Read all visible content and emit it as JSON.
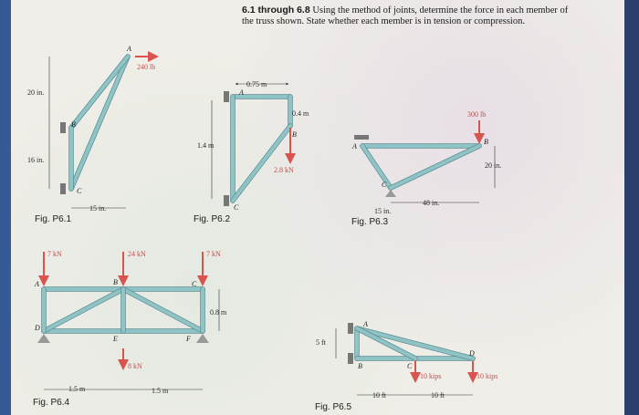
{
  "problem": {
    "number": "6.1 through 6.8",
    "text": "Using the method of joints, determine the force in each member of the truss shown. State whether each member is in tension or compression."
  },
  "colors": {
    "member": "#8fc3c6",
    "force": "#d9534f",
    "page": "#f0eee8"
  },
  "fig61": {
    "caption": "Fig. P6.1",
    "force": "240 lb",
    "dim_top": "20 in.",
    "dim_mid": "16 in.",
    "dim_bottom": "15 in.",
    "joint_a": "A",
    "joint_b": "B",
    "joint_c": "C"
  },
  "fig62": {
    "caption": "Fig. P6.2",
    "dim_top": "0.75 m",
    "dim_right": "0.4 m",
    "dim_left": "1.4 m",
    "force": "2.8 kN",
    "joint_a": "A",
    "joint_b": "B",
    "joint_c": "C"
  },
  "fig63": {
    "caption": "Fig. P6.3",
    "force": "300 lb",
    "dim_right": "20 in.",
    "dim_bottom_left": "15 in.",
    "dim_bottom_right": "48 in.",
    "joint_a": "A",
    "joint_b": "B",
    "joint_c": "C"
  },
  "fig64": {
    "caption": "Fig. P6.4",
    "force_a": "7 kN",
    "force_b": "24 kN",
    "force_c": "7 kN",
    "force_e": "8 kN",
    "dim_height": "0.8 m",
    "dim_left": "1.5 m",
    "dim_right": "1.5 m",
    "joint_a": "A",
    "joint_b": "B",
    "joint_c": "C",
    "joint_d": "D",
    "joint_e": "E",
    "joint_f": "F"
  },
  "fig65": {
    "caption": "Fig. P6.5",
    "dim_height": "5 ft",
    "force_c": "10 kips",
    "force_d": "10 kips",
    "dim_left": "10 ft",
    "dim_right": "10 ft",
    "joint_a": "A",
    "joint_b": "B",
    "joint_c": "C",
    "joint_d": "D"
  }
}
